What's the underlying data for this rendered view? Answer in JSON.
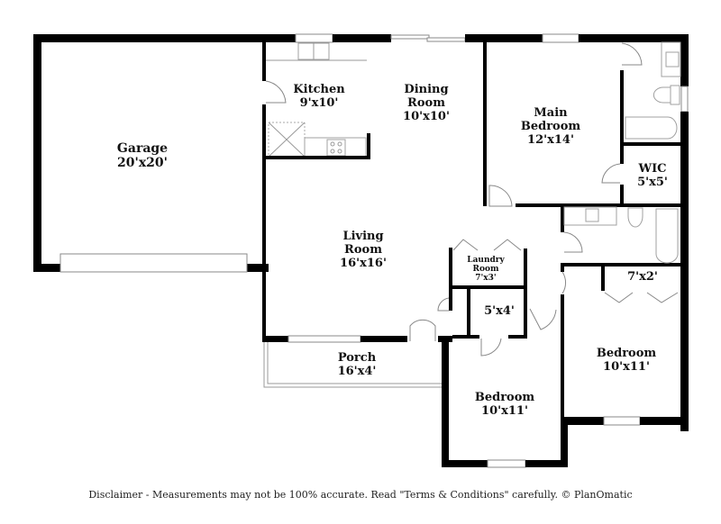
{
  "rooms": {
    "garage": {
      "name": "Garage",
      "size": "20'x20'"
    },
    "kitchen": {
      "name": "Kitchen",
      "size": "9'x10'"
    },
    "dining": {
      "name": "Dining",
      "name2": "Room",
      "size": "10'x10'"
    },
    "main_bedroom": {
      "name": "Main",
      "name2": "Bedroom",
      "size": "12'x14'"
    },
    "wic": {
      "name": "WIC",
      "size": "5'x5'"
    },
    "living": {
      "name": "Living",
      "name2": "Room",
      "size": "16'x16'"
    },
    "laundry": {
      "name": "Laundry",
      "name2": "Room",
      "size": "7'x3'"
    },
    "closet_small": {
      "size": "5'x4'"
    },
    "closet_right": {
      "size": "7'x2'"
    },
    "porch": {
      "name": "Porch",
      "size": "16'x4'"
    },
    "bedroom_center": {
      "name": "Bedroom",
      "size": "10'x11'"
    },
    "bedroom_right": {
      "name": "Bedroom",
      "size": "10'x11'"
    }
  },
  "footer": {
    "disclaimer": "Disclaimer - Measurements may not be 100% accurate. Read \"Terms & Conditions\" carefully. © PlanOmatic"
  }
}
